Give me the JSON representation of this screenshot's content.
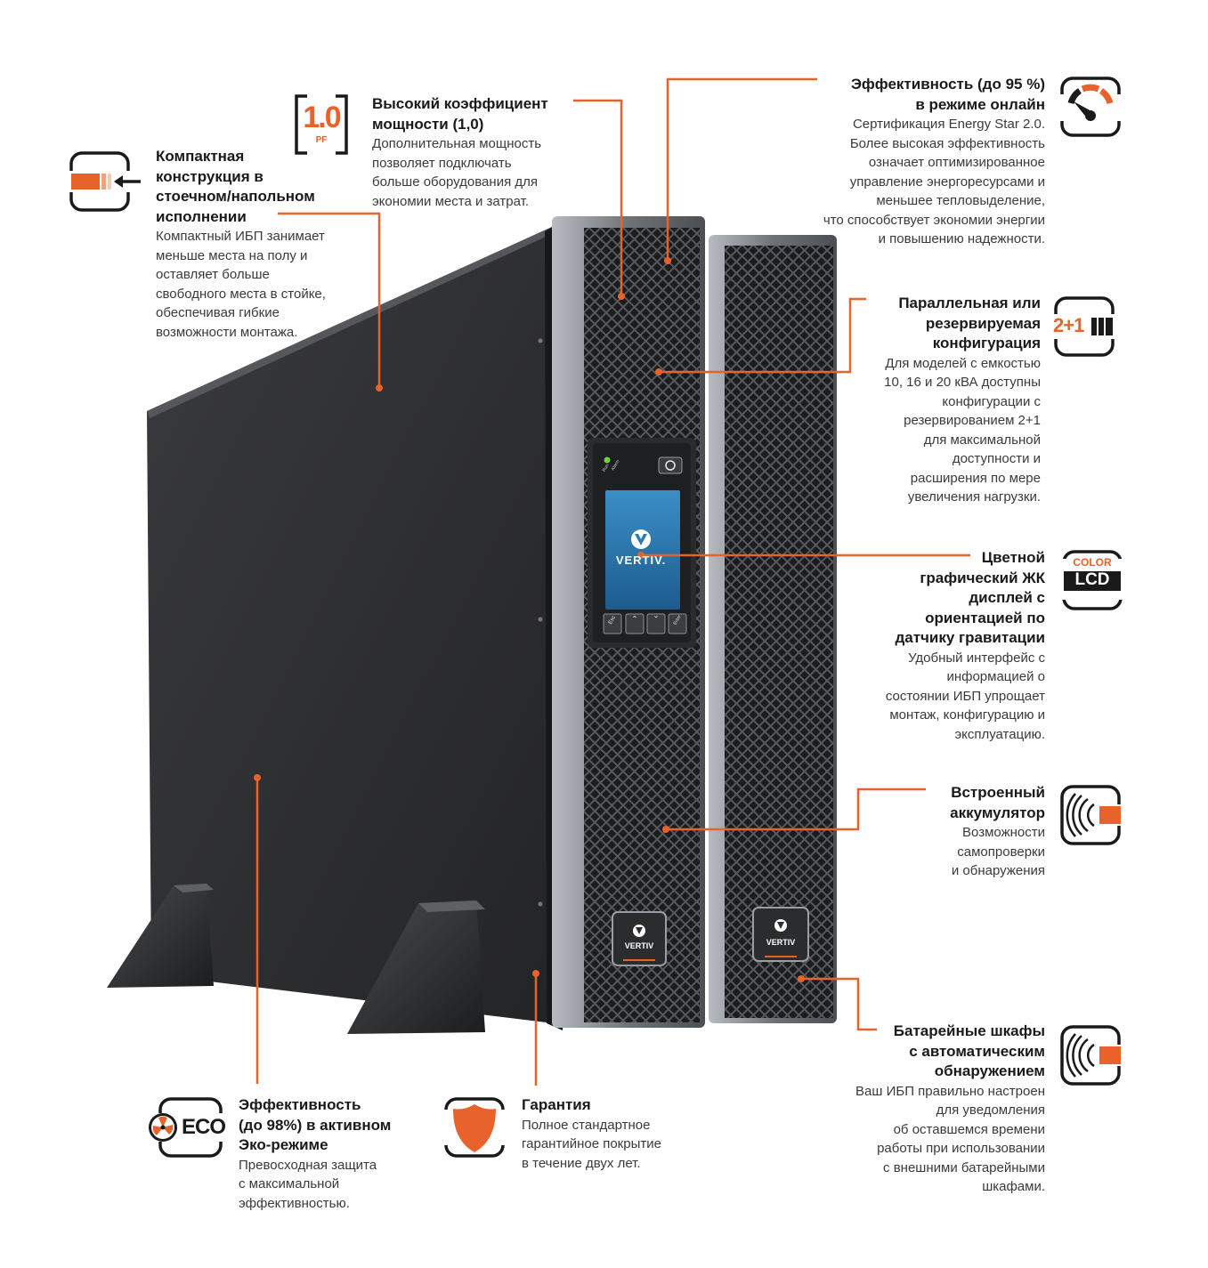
{
  "colors": {
    "accent": "#e8622c",
    "ink": "#1a1a1a",
    "body": "#3a3a3a",
    "chassis": "#2b2c2e"
  },
  "features": {
    "compact": {
      "icon": "rack-floor-icon",
      "title": "Компактная\nконструкция в\nстоечном/напольном\nисполнении",
      "text": "Компактный ИБП занимает\nменьше места на полу и\nоставляет больше\nсвободного места в стойке,\nобеспечивая гибкие\nвозможности монтажа."
    },
    "power_factor": {
      "icon": "power-factor-icon",
      "badge_value": "1.0",
      "badge_unit": "PF",
      "title": "Высокий коэффициент\nмощности (1,0)",
      "text": "Дополнительная мощность\nпозволяет подключать\nбольше оборудования для\nэкономии места и затрат."
    },
    "efficiency_online": {
      "icon": "gauge-icon",
      "title": "Эффективность (до 95 %)\nв режиме онлайн",
      "text": "Сертификация Energy Star 2.0.\nБолее высокая эффективность\nозначает оптимизированное\nуправление энергоресурсами и\nменьшее тепловыделение,\nчто способствует экономии энергии\nи повышению надежности."
    },
    "parallel": {
      "icon": "redundancy-icon",
      "badge": "2+1",
      "title": "Параллельная или\nрезервируемая\nконфигурация",
      "text": "Для моделей с емкостью\n10, 16 и 20 кВА доступны\nконфигурации с\nрезервированием 2+1\nдля максимальной\nдоступности и\nрасширения по мере\nувеличения нагрузки."
    },
    "lcd": {
      "icon": "color-lcd-icon",
      "badge_top": "COLOR",
      "badge_bottom": "LCD",
      "title": "Цветной\nграфический ЖК\nдисплей с\nориентацией по\nдатчику гравитации",
      "text": "Удобный интерфейс с\nинформацией о\nсостоянии ИБП упрощает\nмонтаж, конфигурацию и\nэксплуатацию."
    },
    "battery": {
      "icon": "battery-signal-icon",
      "title": "Встроенный\nаккумулятор",
      "text": "Возможности\nсамопроверки\nи обнаружения"
    },
    "cabinets": {
      "icon": "battery-signal-icon",
      "title": "Батарейные шкафы\nс автоматическим\nобнаружением",
      "text": "Ваш ИБП правильно настроен\nдля уведомления\nоб оставшемся времени\nработы при использовании\nс внешними батарейными\nшкафами."
    },
    "eco": {
      "icon": "eco-fan-icon",
      "badge": "ECO",
      "title": "Эффективность\n(до 98%) в активном\nЭко-режиме",
      "text": "Превосходная защита\nс максимальной\nэффективностью."
    },
    "warranty": {
      "icon": "shield-icon",
      "title": "Гарантия",
      "text": "Полное стандартное\nгарантийное покрытие\nв течение двух лет."
    }
  },
  "device": {
    "brand": "VERTIV",
    "brand_screen": "VERTIV.",
    "led_labels": [
      "Run",
      "Alarm"
    ],
    "keys": [
      "Esc",
      "ˆ",
      "ˇ",
      "Enter"
    ]
  }
}
